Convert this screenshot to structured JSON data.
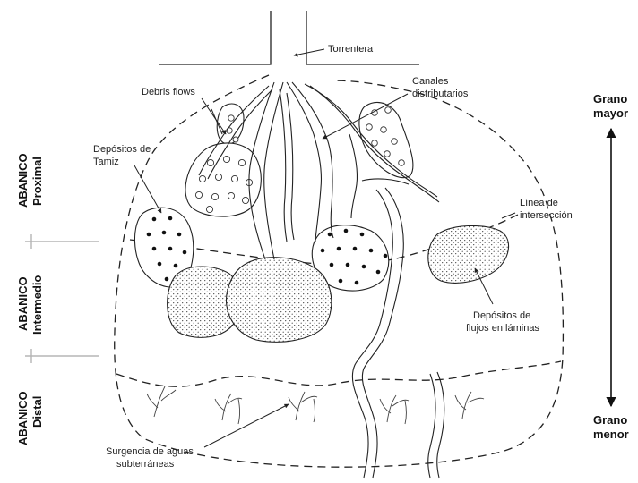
{
  "labels": {
    "torrentera": "Torrentera",
    "debris_flows": "Debris flows",
    "canales_1": "Canales",
    "canales_2": "distributarios",
    "depositos_tamiz_1": "Depósitos de",
    "depositos_tamiz_2": "Tamiz",
    "linea_1": "Línea de",
    "linea_2": "intersección",
    "laminas_1": "Depósitos de",
    "laminas_2": "flujos en láminas",
    "surgencia_1": "Surgencia de aguas",
    "surgencia_2": "subterráneas"
  },
  "zones": {
    "proximal_1": "ABANICO",
    "proximal_2": "Proximal",
    "intermedio_1": "ABANICO",
    "intermedio_2": "Intermedio",
    "distal_1": "ABANICO",
    "distal_2": "Distal"
  },
  "grain_scale": {
    "top_1": "Grano",
    "top_2": "mayor",
    "bottom_1": "Grano",
    "bottom_2": "menor"
  }
}
